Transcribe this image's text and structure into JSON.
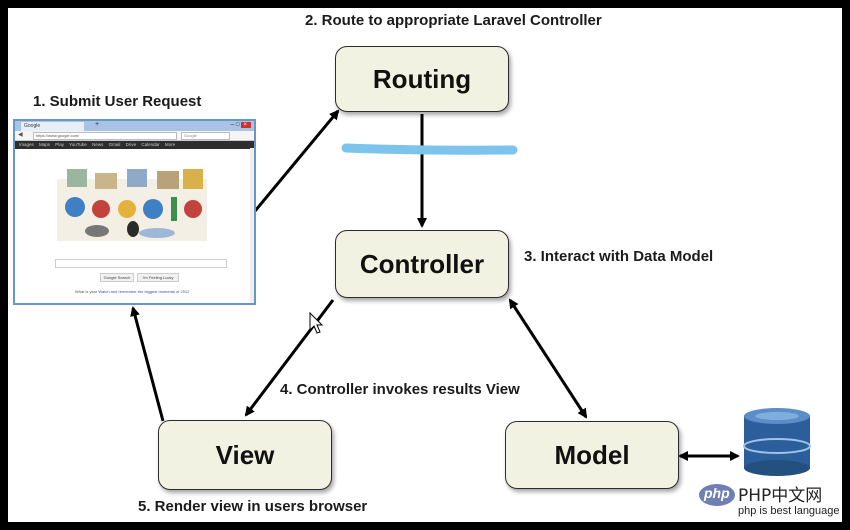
{
  "labels": {
    "step1": "1. Submit User Request",
    "step2": "2. Route to appropriate Laravel Controller",
    "step3": "3. Interact with Data Model",
    "step4": "4. Controller invokes results View",
    "step5": "5. Render view in users browser"
  },
  "nodes": {
    "routing": "Routing",
    "controller": "Controller",
    "view": "View",
    "model": "Model"
  },
  "browser": {
    "tab_title": "Google",
    "url": "https://www.google.com/",
    "search_placeholder": "Google",
    "toolbar_links": "Images Maps Play YouTube News Gmail Drive Calendar More",
    "button_search": "Google Search",
    "button_lucky": "I'm Feeling Lucky",
    "footer_text": "What is year",
    "footer_link": "Watch and remember the biggest moments of 2012"
  },
  "watermark": {
    "logo": "php",
    "title": "PHP中文网",
    "tagline": "php is best language"
  },
  "colors": {
    "node_fill": "#f2f2e2",
    "highlight_stroke": "#7cc4ec",
    "db_top": "#5b8ec8",
    "db_body": "#2d5e9c"
  }
}
